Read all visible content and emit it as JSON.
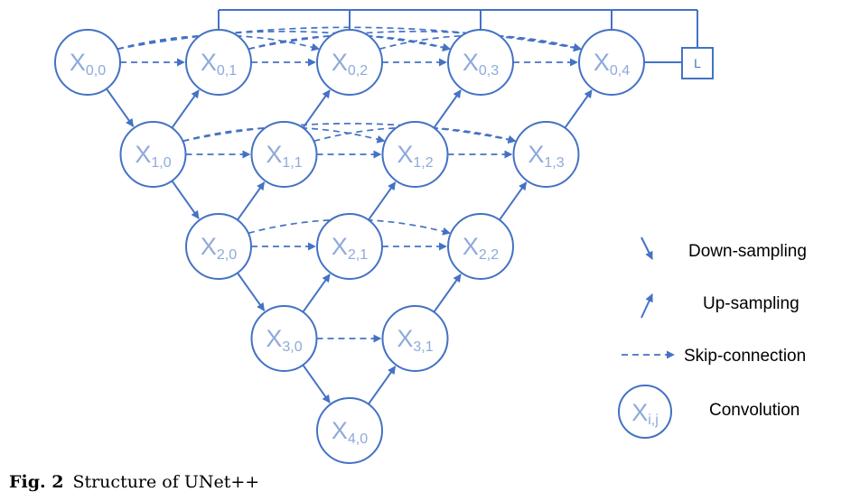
{
  "nodes": [
    {
      "id": "0,0",
      "i": "0",
      "j": "0"
    },
    {
      "id": "0,1",
      "i": "0",
      "j": "1"
    },
    {
      "id": "0,2",
      "i": "0",
      "j": "2"
    },
    {
      "id": "0,3",
      "i": "0",
      "j": "3"
    },
    {
      "id": "0,4",
      "i": "0",
      "j": "4"
    },
    {
      "id": "1,0",
      "i": "1",
      "j": "0"
    },
    {
      "id": "1,1",
      "i": "1",
      "j": "1"
    },
    {
      "id": "1,2",
      "i": "1",
      "j": "2"
    },
    {
      "id": "1,3",
      "i": "1",
      "j": "3"
    },
    {
      "id": "2,0",
      "i": "2",
      "j": "0"
    },
    {
      "id": "2,1",
      "i": "2",
      "j": "1"
    },
    {
      "id": "2,2",
      "i": "2",
      "j": "2"
    },
    {
      "id": "3,0",
      "i": "3",
      "j": "0"
    },
    {
      "id": "3,1",
      "i": "3",
      "j": "1"
    },
    {
      "id": "4,0",
      "i": "4",
      "j": "0"
    }
  ],
  "node_letter": "X",
  "loss_label": "L",
  "legend": {
    "down": "Down-sampling",
    "up": "Up-sampling",
    "skip": "Skip-connection",
    "conv": "Convolution",
    "conv_sub": "i,j"
  },
  "caption": {
    "label": "Fig. 2",
    "text": "Structure of UNet++"
  },
  "colors": {
    "stroke": "#4472c4",
    "label": "#8eaadb"
  }
}
